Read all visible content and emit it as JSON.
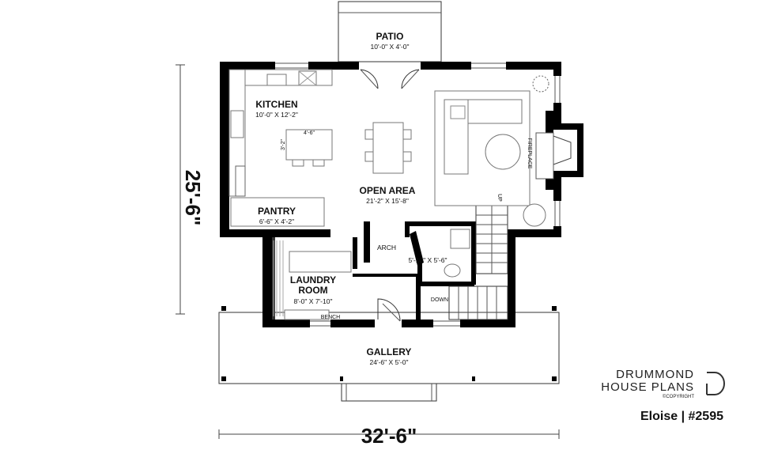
{
  "rooms": {
    "patio": {
      "name": "PATIO",
      "dim": "10'-0\" X 4'-0\""
    },
    "kitchen": {
      "name": "KITCHEN",
      "dim": "10'-0\" X 12'-2\""
    },
    "open_area": {
      "name": "OPEN AREA",
      "dim": "21'-2\" X 15'-8\""
    },
    "pantry": {
      "name": "PANTRY",
      "dim": "6'-6\" X 4'-2\""
    },
    "laundry": {
      "name_line1": "LAUNDRY",
      "name_line2": "ROOM",
      "dim": "8'-0\" X 7'-10\""
    },
    "gallery": {
      "name": "GALLERY",
      "dim": "24'-6\" X 5'-0\""
    },
    "powder": {
      "dim": "5'-10\" X 5'-6\""
    }
  },
  "labels": {
    "arch": "ARCH",
    "bench": "BENCH",
    "down": "DOWN",
    "up": "UP",
    "fireplace": "FIREPLACE",
    "island_w": "4'-6\"",
    "island_d": "3'-2\""
  },
  "dimensions": {
    "width": "32'-6\"",
    "depth": "25'-6\""
  },
  "branding": {
    "line1": "DRUMMOND",
    "line2": "HOUSE PLANS",
    "copyright": "©COPYRIGHT",
    "caption": "Eloise | #2595"
  }
}
